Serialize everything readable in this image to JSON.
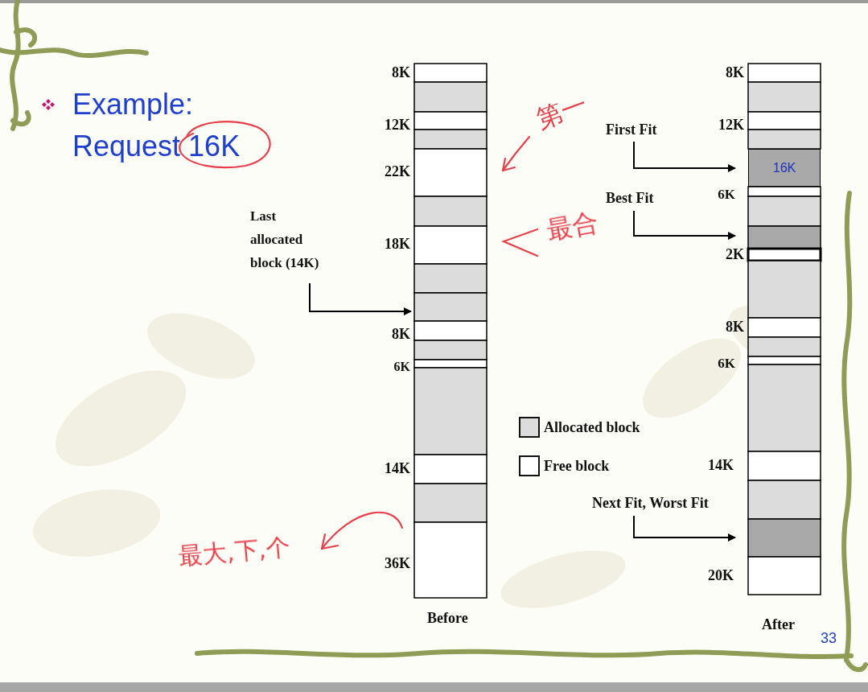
{
  "diagram": {
    "nodes": [
      {
        "text": [
          "16K"
        ]
      }
    ],
    "labels": [
      "Example:",
      "Request 16K",
      "8K",
      "12K",
      "22K",
      "Last allocated block (14K)",
      "18K",
      "8K",
      "6K",
      "14K",
      "36K",
      "Before",
      "8K",
      "First Fit",
      "12K",
      "Best Fit",
      "6K",
      "2K",
      "8K",
      "6K",
      "14K",
      "Next Fit, Worst Fit",
      "20K",
      "After",
      "33",
      "第一",
      "最合",
      "最大,下,个"
    ],
    "legend": [
      {
        "text": "Allocated block",
        "color": "#dcdcdc"
      },
      {
        "text": "Free block",
        "color": "#ffffff"
      }
    ]
  }
}
